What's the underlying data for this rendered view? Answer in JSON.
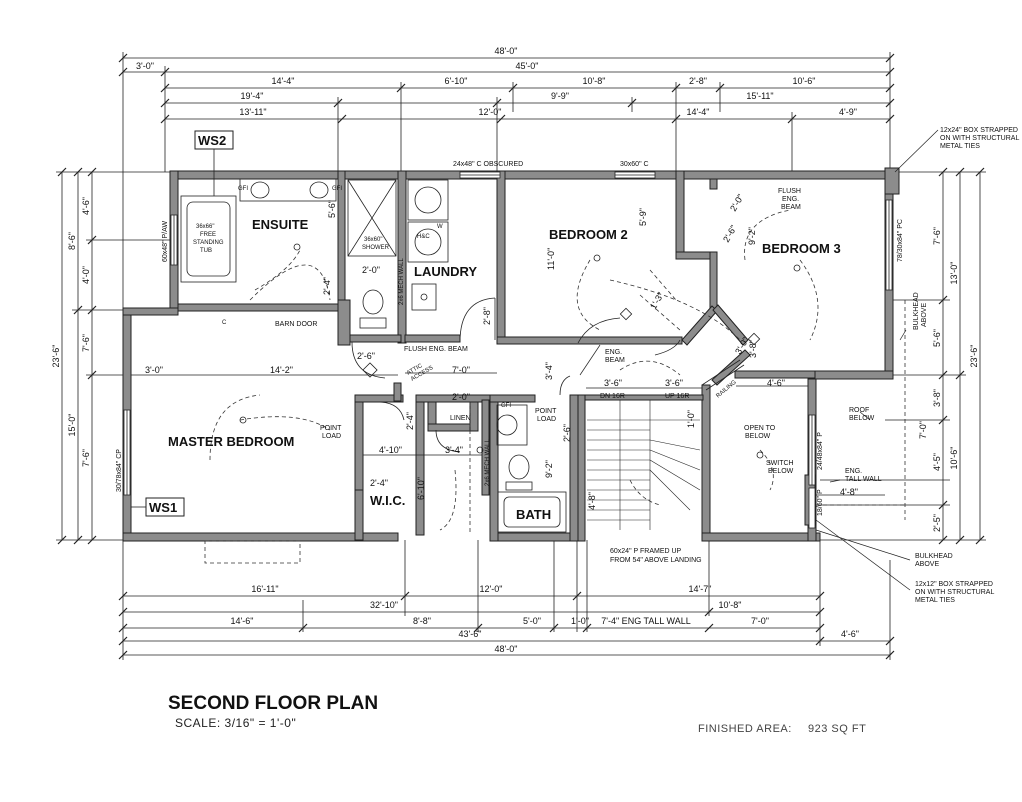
{
  "title": "SECOND FLOOR PLAN",
  "scale": "SCALE:  3/16\" = 1'-0\"",
  "finished_area": {
    "label": "FINISHED AREA:",
    "value": "923 SQ FT"
  },
  "rooms": {
    "ensuite": "ENSUITE",
    "laundry": "LAUNDRY",
    "bedroom2": "BEDROOM 2",
    "bedroom3": "BEDROOM 3",
    "master": "MASTER BEDROOM",
    "wic": "W.I.C.",
    "bath": "BATH"
  },
  "tags": {
    "ws1": "WS1",
    "ws2": "WS2"
  },
  "dims_top": {
    "overall": "48'-0\"",
    "d3": "3'-0\"",
    "d45": "45'-0\"",
    "r1": [
      "14'-4\"",
      "6'-10\"",
      "10'-8\"",
      "2'-8\"",
      "10'-6\""
    ],
    "r2": [
      "19'-4\"",
      "9'-9\"",
      "15'-11\""
    ],
    "r3": [
      "13'-11\"",
      "12'-0\"",
      "14'-4\"",
      "4'-9\""
    ]
  },
  "dims_bottom": {
    "r1": [
      "16'-11\"",
      "12'-0\"",
      "14'-7\""
    ],
    "r2": [
      "32'-10\"",
      "10'-8\""
    ],
    "r3": [
      "14'-6\"",
      "8'-8\"",
      "5'-0\"",
      "1'-0\"",
      "7'-4\" ENG TALL WALL",
      "7'-0\""
    ],
    "r4": [
      "43'-6\"",
      "4'-6\""
    ],
    "overall": "48'-0\""
  },
  "dims_left": {
    "overall": "23'-6\"",
    "a": [
      "8'-6\"",
      "15'-0\""
    ],
    "b": [
      "4'-6\"",
      "4'-0\"",
      "7'-6\"",
      "7'-6\""
    ]
  },
  "dims_right": {
    "overall": "23'-6\"",
    "a": [
      "13'-0\"",
      "10'-6\""
    ],
    "b": [
      "7'-6\"",
      "5'-6\"",
      "3'-8\"",
      "4'-5\"",
      "2'-5\""
    ],
    "c": [
      "7'-0\""
    ]
  },
  "dims_interior": {
    "master_width": "14'-2\"",
    "master_left": "3'-0\"",
    "ensuite_h": "5'-6\"",
    "ens_2_4": "2'-4\"",
    "ens_2_0": "2'-0\"",
    "hall_2_6": "2'-6\"",
    "hall_7_0": "7'-0\"",
    "hall_2_0": "2'-0\"",
    "laundry_2_8": "2'-8\"",
    "bed2_h": "11'-0\"",
    "bed2_5_9": "5'-9\"",
    "bed2_3_4": "3'-4\"",
    "bed3_9_2": "9'-2\"",
    "bed3_3_8": "3'-8\"",
    "bed3_4_6": "4'-6\"",
    "closet_2_0": "2'-0\"",
    "closet_2_6": "2'-6\"",
    "closet_1_3": "1'-3\"",
    "closet_3_0": "3'-0\"",
    "stair_3_6a": "3'-6\"",
    "stair_3_6b": "3'-6\"",
    "wic_4_10": "4'-10\"",
    "wic_3_4": "3'-4\"",
    "wic_2_4": "2'-4\"",
    "wic_6_10": "6'-10\"",
    "wic_2_4b": "2'-4\"",
    "bath_9_2": "9'-2\"",
    "bath_2_6": "2'-6\"",
    "stair_4_8": "4'-8\"",
    "right_4_8": "4'-8\"",
    "stair_1_0": "1'-0\""
  },
  "notes": {
    "box_top": [
      "12x24\" BOX STRAPPED",
      "ON WITH STRUCTURAL",
      "METAL TIES"
    ],
    "box_bottom": [
      "12x12\" BOX STRAPPED",
      "ON WITH STRUCTURAL",
      "METAL TIES"
    ],
    "obscured": "24x48\" C OBSCURED",
    "win_30x60": "30x60\" C",
    "win_60x48": "60x48\" P/AW",
    "win_78": "78/30x84\" PC",
    "win_30_78": "30/78x84\" CP",
    "win_24_48": "24/48x84\" P",
    "win_18": "18/60\" P",
    "tub": [
      "36x66\"",
      "FREE",
      "STANDING",
      "TUB"
    ],
    "shower": [
      "36x60\"",
      "SHOWER"
    ],
    "barn_door": "BARN DOOR",
    "flush_beam": "FLUSH ENG. BEAM",
    "flush_beam_b3": [
      "FLUSH",
      "ENG.",
      "BEAM"
    ],
    "attic": [
      "ATTIC",
      "ACCESS"
    ],
    "eng_beam": [
      "ENG.",
      "BEAM"
    ],
    "point_load": [
      "POINT",
      "LOAD"
    ],
    "linen": "LINEN",
    "open_below": [
      "OPEN TO",
      "BELOW"
    ],
    "switch_below": [
      "SWITCH",
      "BELOW"
    ],
    "roof_below": [
      "ROOF",
      "BELOW"
    ],
    "eng_tall_wall": [
      "ENG.",
      "TALL WALL"
    ],
    "bulkhead_above": [
      "BULKHEAD",
      "ABOVE"
    ],
    "bulkhead_side": [
      "BULKHEAD",
      "ABOVE"
    ],
    "framed": [
      "60x24\" P FRAMED UP",
      "FROM 54\" ABOVE LANDING"
    ],
    "dn": "DN 16R",
    "up": "UP 16R",
    "railing": "RAILING",
    "mech_wall": "2x6 MECH WALL",
    "mech_wall2": "2x6 MECH WALL",
    "gfi": "GFI",
    "c": "C",
    "w": "W",
    "hd": "H&C"
  },
  "colors": {
    "wall": "#8c8c8c",
    "line": "#222222",
    "paper": "#ffffff"
  }
}
